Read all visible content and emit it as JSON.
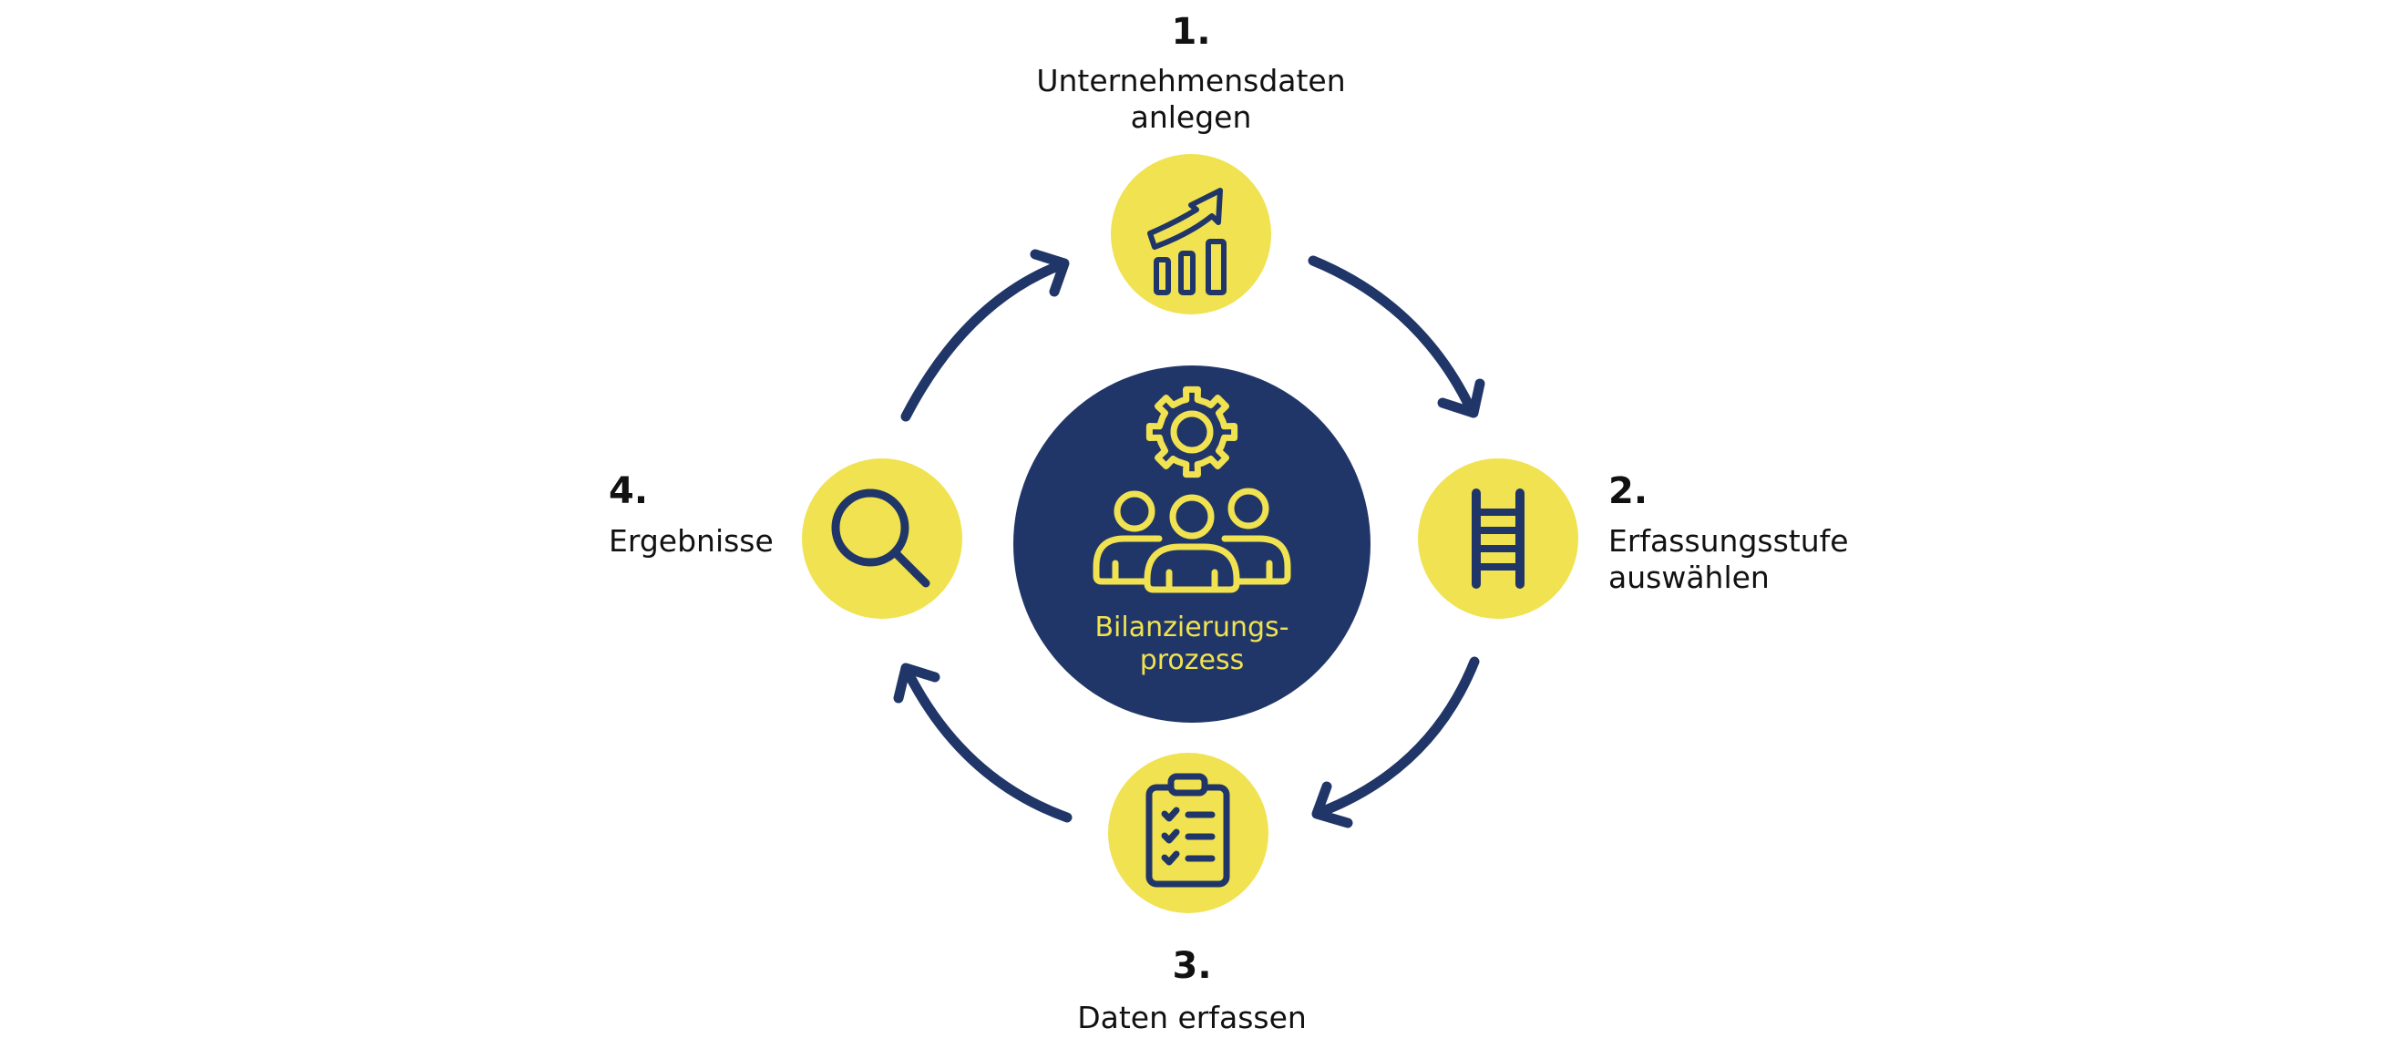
{
  "diagram": {
    "center": {
      "lines": [
        "Bilanzierungs-",
        "prozess"
      ],
      "icon": "team-gear-icon"
    },
    "steps": [
      {
        "number": "1.",
        "lines": [
          "Unternehmensdaten",
          "anlegen"
        ],
        "icon": "growth-chart-icon"
      },
      {
        "number": "2.",
        "lines": [
          "Erfassungsstufe",
          "auswählen"
        ],
        "icon": "ladder-icon"
      },
      {
        "number": "3.",
        "lines": [
          "Daten erfassen"
        ],
        "icon": "clipboard-checklist-icon"
      },
      {
        "number": "4.",
        "lines": [
          "Ergebnisse"
        ],
        "icon": "magnifier-icon"
      }
    ],
    "flow": "clockwise"
  },
  "colors": {
    "navy": "#213668",
    "yellow": "#F0E250",
    "text": "#111111",
    "background": "#FFFFFF"
  }
}
